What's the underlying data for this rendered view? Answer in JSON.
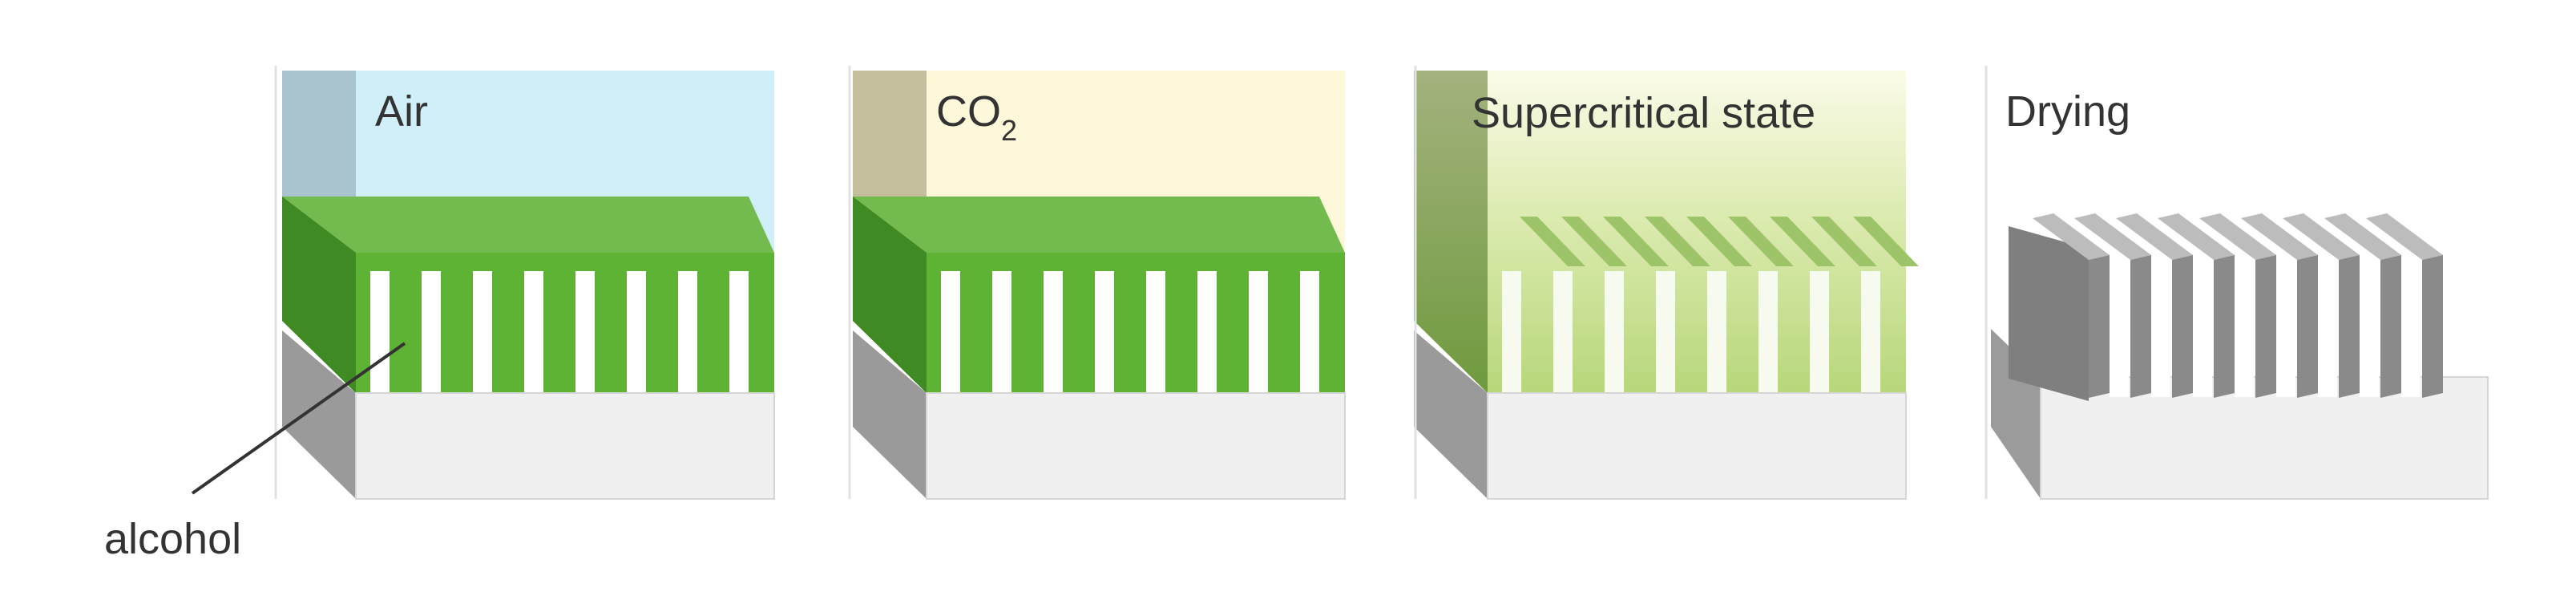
{
  "panels": [
    {
      "label": "Air",
      "fluid_color": "#cfeef8"
    },
    {
      "label_main": "CO",
      "label_sub": "2",
      "fluid_color": "#fdf8d8"
    },
    {
      "label": "Supercritical state",
      "fluid_color": "#dcebb0"
    },
    {
      "label": "Drying"
    }
  ],
  "callout": {
    "label": "alcohol"
  },
  "colors": {
    "liquid_green": "#5eb334",
    "liquid_dark_green": "#3f8a22",
    "substrate_front": "#f0f0f0",
    "substrate_side": "#9a9a9a",
    "pillar_dry": "#8a8a8a"
  }
}
